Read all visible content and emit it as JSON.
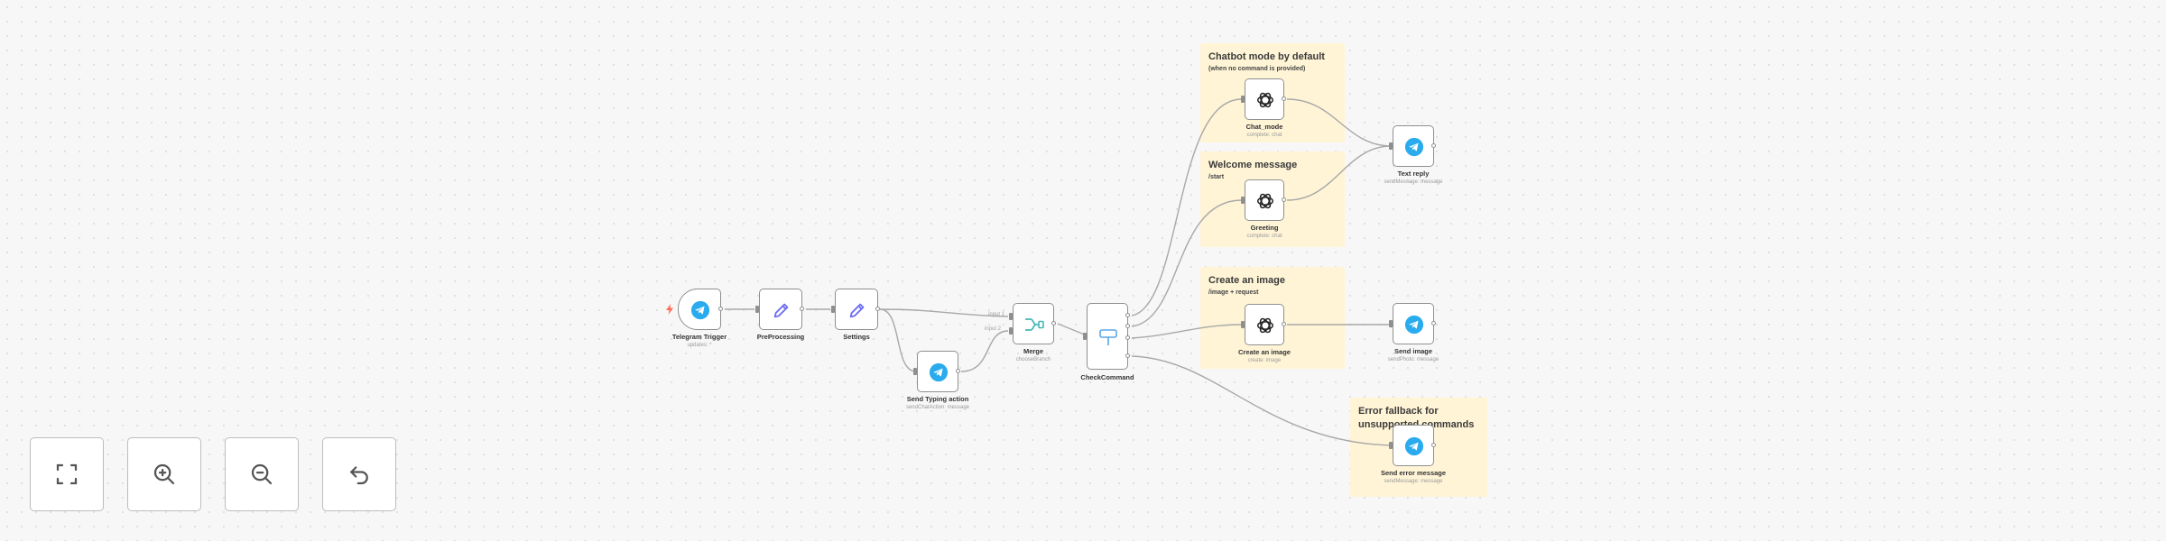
{
  "canvas": {
    "sticky_notes": [
      {
        "id": "note-chatbot",
        "title": "Chatbot mode by default",
        "subtitle": "(when no command is provided)"
      },
      {
        "id": "note-welcome",
        "title": "Welcome message",
        "subtitle": "/start"
      },
      {
        "id": "note-image",
        "title": "Create an image",
        "subtitle": "/image + request"
      },
      {
        "id": "note-error",
        "title": "Error fallback for unsupported commands",
        "subtitle": ""
      }
    ],
    "nodes": [
      {
        "id": "telegram-trigger",
        "label": "Telegram Trigger",
        "subtitle": "updates: *",
        "icon": "telegram-icon"
      },
      {
        "id": "preprocessing",
        "label": "PreProcessing",
        "subtitle": "",
        "icon": "pencil-icon"
      },
      {
        "id": "settings",
        "label": "Settings",
        "subtitle": "",
        "icon": "pencil-icon"
      },
      {
        "id": "send-typing-action",
        "label": "Send Typing action",
        "subtitle": "sendChatAction: message",
        "icon": "telegram-icon"
      },
      {
        "id": "merge",
        "label": "Merge",
        "subtitle": "chooseBranch",
        "icon": "merge-icon"
      },
      {
        "id": "check-command",
        "label": "CheckCommand",
        "subtitle": "",
        "icon": "switch-icon"
      },
      {
        "id": "chat-mode",
        "label": "Chat_mode",
        "subtitle": "complete: chat",
        "icon": "openai-icon"
      },
      {
        "id": "greeting",
        "label": "Greeting",
        "subtitle": "complete: chat",
        "icon": "openai-icon"
      },
      {
        "id": "create-an-image",
        "label": "Create an image",
        "subtitle": "create: image",
        "icon": "openai-icon"
      },
      {
        "id": "text-reply",
        "label": "Text reply",
        "subtitle": "sendMessage: message",
        "icon": "telegram-icon"
      },
      {
        "id": "send-image",
        "label": "Send image",
        "subtitle": "sendPhoto: message",
        "icon": "telegram-icon"
      },
      {
        "id": "send-error-message",
        "label": "Send error message",
        "subtitle": "sendMessage: message",
        "icon": "telegram-icon"
      }
    ],
    "edge_labels": {
      "input1": "input 1",
      "input2": "input 2"
    }
  },
  "controls": [
    {
      "id": "zoom-to-fit",
      "icon": "fullscreen-icon"
    },
    {
      "id": "zoom-in",
      "icon": "zoom-in-icon"
    },
    {
      "id": "zoom-out",
      "icon": "zoom-out-icon"
    },
    {
      "id": "reset-zoom",
      "icon": "undo-icon"
    }
  ],
  "colors": {
    "background": "#f7f7f7",
    "sticky_note": "#fff4d6",
    "telegram": "#2aabee",
    "pencil": "#6f6ff0",
    "edge": "#a8a8a8",
    "trigger_mark": "#ff6d5a"
  }
}
